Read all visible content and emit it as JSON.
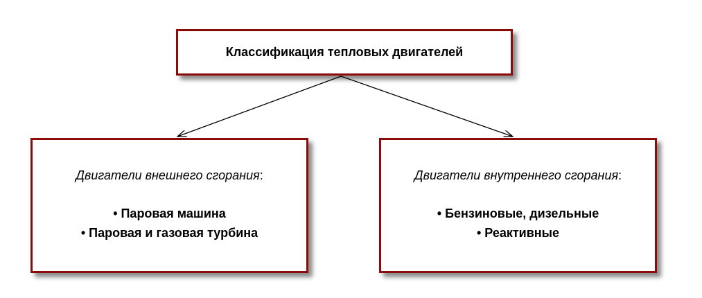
{
  "root": {
    "title": "Классификация тепловых двигателей"
  },
  "left": {
    "heading": "Двигатели внешнего сгорания",
    "colon": ":",
    "items": [
      "• Паровая машина",
      "• Паровая и газовая турбина"
    ]
  },
  "right": {
    "heading": "Двигатели внутреннего сгорания",
    "colon": ":",
    "items": [
      "• Бензиновые, дизельные",
      "• Реактивные"
    ]
  },
  "colors": {
    "border": "#8b0a0a"
  }
}
